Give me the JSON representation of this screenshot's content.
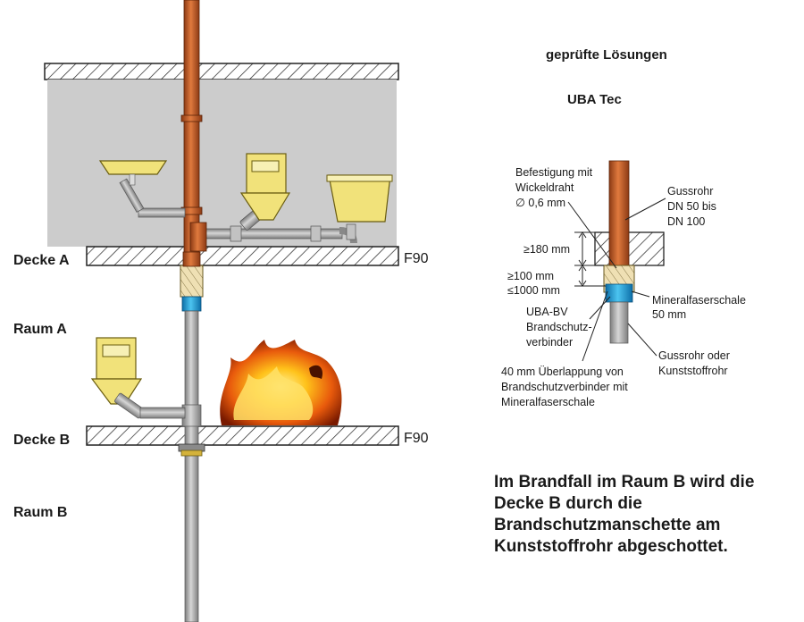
{
  "heading": "geprüfte Lösungen",
  "brand": "UBA Tec",
  "rooms": {
    "decke_a": "Decke A",
    "raum_a": "Raum A",
    "decke_b": "Decke B",
    "raum_b": "Raum B"
  },
  "fire_rating": "F90",
  "detail": {
    "befestigung": [
      "Befestigung mit",
      "Wickeldraht",
      "∅ 0,6 mm"
    ],
    "gussrohr_top": [
      "Gussrohr",
      "DN 50 bis",
      "DN 100"
    ],
    "dim_top": "≥180 mm",
    "dim_bottom": [
      "≥100 mm",
      "≤1000 mm"
    ],
    "mineral": [
      "Mineralfaserschale",
      "50 mm"
    ],
    "uba_bv": [
      "UBA-BV",
      "Brandschutz-",
      "verbinder"
    ],
    "gussrohr_bottom": [
      "Gussrohr oder",
      "Kunststoffrohr"
    ],
    "overlap": [
      "40 mm Überlappung von",
      "Brandschutzverbinder mit",
      "Mineralfaserschale"
    ]
  },
  "statement": [
    "Im Brandfall im Raum B wird die",
    "Decke B durch die",
    "Brandschutzmanschette am",
    "Kunststoffrohr abgeschottet."
  ],
  "colors": {
    "copper": "#c8622d",
    "room_fill": "#cccccc",
    "plastic_pipe": "#b3b3b3",
    "fixture_yellow": "#f1e27a",
    "blue_connector": "#2aa9e0",
    "insulation": "#efe0b4"
  }
}
